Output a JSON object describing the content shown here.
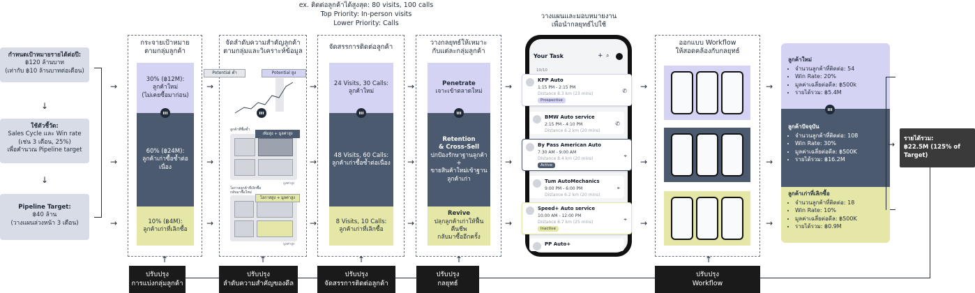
{
  "top_note": {
    "line1": "ex. ติดต่อลูกค้าได้สูงสุด: 80 visits, 100 calls",
    "line2": "Top Priority: In-person visits",
    "line3": "Lower Priority: Calls"
  },
  "inputs": [
    {
      "title": "กำหนดเป้าหมายรายได้ต่อปี:",
      "line1": "฿120 ล้านบาท",
      "line2": "(เท่ากับ ฿10 ล้านบาทต่อเดือน)"
    },
    {
      "title": "ใช้ตัวชี้วัด:",
      "line1": "Sales Cycle และ Win rate",
      "line2": "(เช่น 3 เดือน, 25%)",
      "line3": "เพื่อคำนวณ Pipeline target"
    },
    {
      "title": "Pipeline Target:",
      "line1": "฿40 ล้าน",
      "line2": "(วางแผนล่วงหน้า 3 เดือน)"
    }
  ],
  "col1": {
    "title1": "กระจายเป้าหมาย",
    "title2": "ตามกลุ่มลูกค้า",
    "seg_top": {
      "l1": "30% (฿12M):",
      "l2": "ลูกค้าใหม่",
      "l3": "(ไม่เคยซื้อมาก่อน)"
    },
    "seg_mid": {
      "l1": "60% (฿24M):",
      "l2": "ลูกค้าเก่าซื้อซ้ำต่อเนื่อง"
    },
    "seg_bot": {
      "l1": "10% (฿4M):",
      "l2": "ลูกค้าเก่าที่เลิกซื้อ"
    }
  },
  "col2": {
    "title1": "จัดลำดับความสำคัญลูกค้า",
    "title2": "ตามกลุ่มและวิเคราะห์ข้อมูล",
    "tag_low": "Potential ต่ำ",
    "tag_high": "Potential สูง",
    "tag_a": "เพิ่มสูง + มูลค่าสูง",
    "tag_b": "โอกาสสูง + มูลค่าสูง",
    "card_a_label": "ลูกค้าที่ซื้อซ้ำ",
    "card_b_label": "โอกาสลูกค้าที่เลิกซื้อ",
    "card_b_label2": "กลับมาซื้อใหม่",
    "axis_a": "มูลค่าสูง",
    "axis_b": "มูลค่าสูง"
  },
  "col3": {
    "title1": "จัดสรรการติดต่อลูกค้า",
    "seg_top": {
      "l1": "24 Visits, 30 Calls:",
      "l2": "ลูกค้าใหม่"
    },
    "seg_mid": {
      "l1": "48 Visits, 60 Calls:",
      "l2": "ลูกค้าเก่าซื้อซ้ำต่อเนื่อง"
    },
    "seg_bot": {
      "l1": "8 Visits, 10 Calls:",
      "l2": "ลูกค้าเก่าที่เลิกซื้อ"
    }
  },
  "col4": {
    "title1": "วางกลยุทธ์ให้เหมาะ",
    "title2": "กับแต่ละกลุ่มลูกค้า",
    "seg_top": {
      "h": "Penetrate",
      "l1": "เจาะเข้าตลาดใหม่"
    },
    "seg_mid": {
      "h1": "Retention",
      "h2": "& Cross-Sell",
      "l1": "ปกป้องรักษาฐานลูกค้า",
      "l2": "+",
      "l3": "ขายสินค้าใหม่เข้าฐาน",
      "l4": "ลูกค้าเก่า"
    },
    "seg_bot": {
      "h": "Revive",
      "l1": "ปลุกลูกค้าเก่าให้ฟื้นคืนชีพ",
      "l2": "กลับมาซื้ออีกครั้ง"
    }
  },
  "phone": {
    "title1": "วางแผนและมอบหมายงาน",
    "title2": "เพื่อนำกลยุทธ์ไปใช้",
    "app_title": "Your Task",
    "date": "10/10",
    "tasks": [
      {
        "name": "KPP Auto",
        "time": "1:15 PM - 2:15 PM",
        "meta": "Distance 8.3 km (23 mins)",
        "tag": "Prospective"
      },
      {
        "name": "BMW Auto service",
        "time": "2:15 PM - 4:10 PM",
        "meta": "Distance 6.2 km (20 mins)",
        "tag": ""
      },
      {
        "name": "By Pass American Auto",
        "time": "7:30 AM - 9:00 AM",
        "meta": "Distance 8.4 km (20 mins)",
        "tag": "Active"
      },
      {
        "name": "Tum AutoMechanics",
        "time": "9:00 PM - 6:00 PM",
        "meta": "Distance 6.2 km (20 mins)",
        "tag": ""
      },
      {
        "name": "Speed+ Auto service",
        "time": "10:00 AM - 12:00 PM",
        "meta": "Distance 8.7 km (25 mins)",
        "tag": "Inactive"
      },
      {
        "name": "PP Auto+",
        "time": "",
        "meta": "",
        "tag": ""
      }
    ]
  },
  "workflow": {
    "title1": "ออกแบบ Workflow",
    "title2": "ให้สอดคล้องกับกลยุทธ์"
  },
  "results": [
    {
      "title": "ลูกค้าใหม่",
      "items": [
        "จำนวนลูกค้าที่ติดต่อ: 54",
        "Win Rate: 20%",
        "มูลค่าเฉลี่ยต่อดีล: ฿500k",
        "รายได้รวม: ฿5.4M"
      ]
    },
    {
      "title": "ลูกค้าปัจจุบัน",
      "items": [
        "จำนวนลูกค้าที่ติดต่อ: 108",
        "Win Rate: 30%",
        "มูลค่าเฉลี่ยต่อดีล: ฿500K",
        "รายได้รวม: ฿16.2M"
      ]
    },
    {
      "title": "ลูกค้าเก่าที่เลิกซื้อ",
      "items": [
        "จำนวนลูกค้าที่ติดต่อ: 18",
        "Win Rate: 10%",
        "มูลค่าเฉลี่ยต่อดีล: ฿500K",
        "รายได้รวม: ฿0.9M"
      ]
    }
  ],
  "total": {
    "l1": "รายได้รวม:",
    "l2": "฿22.5M (125% of Target)"
  },
  "buttons": [
    {
      "l1": "ปรับปรุง",
      "l2": "การแบ่งกลุ่มลูกค้า"
    },
    {
      "l1": "ปรับปรุง",
      "l2": "ลำดับความสำคัญของดีล"
    },
    {
      "l1": "ปรับปรุง",
      "l2": "จัดสรรการติดต่อลูกค้า"
    },
    {
      "l1": "ปรับปรุง",
      "l2": "กลยุทธ์"
    },
    {
      "l1": "ปรับปรุง",
      "l2": "Workflow"
    }
  ],
  "colors": {
    "lavender": "#d4d3f3",
    "slate": "#4b5a6e",
    "lime": "#e4e7a6",
    "input": "#d7dce6",
    "dark": "#1a1a1a"
  }
}
